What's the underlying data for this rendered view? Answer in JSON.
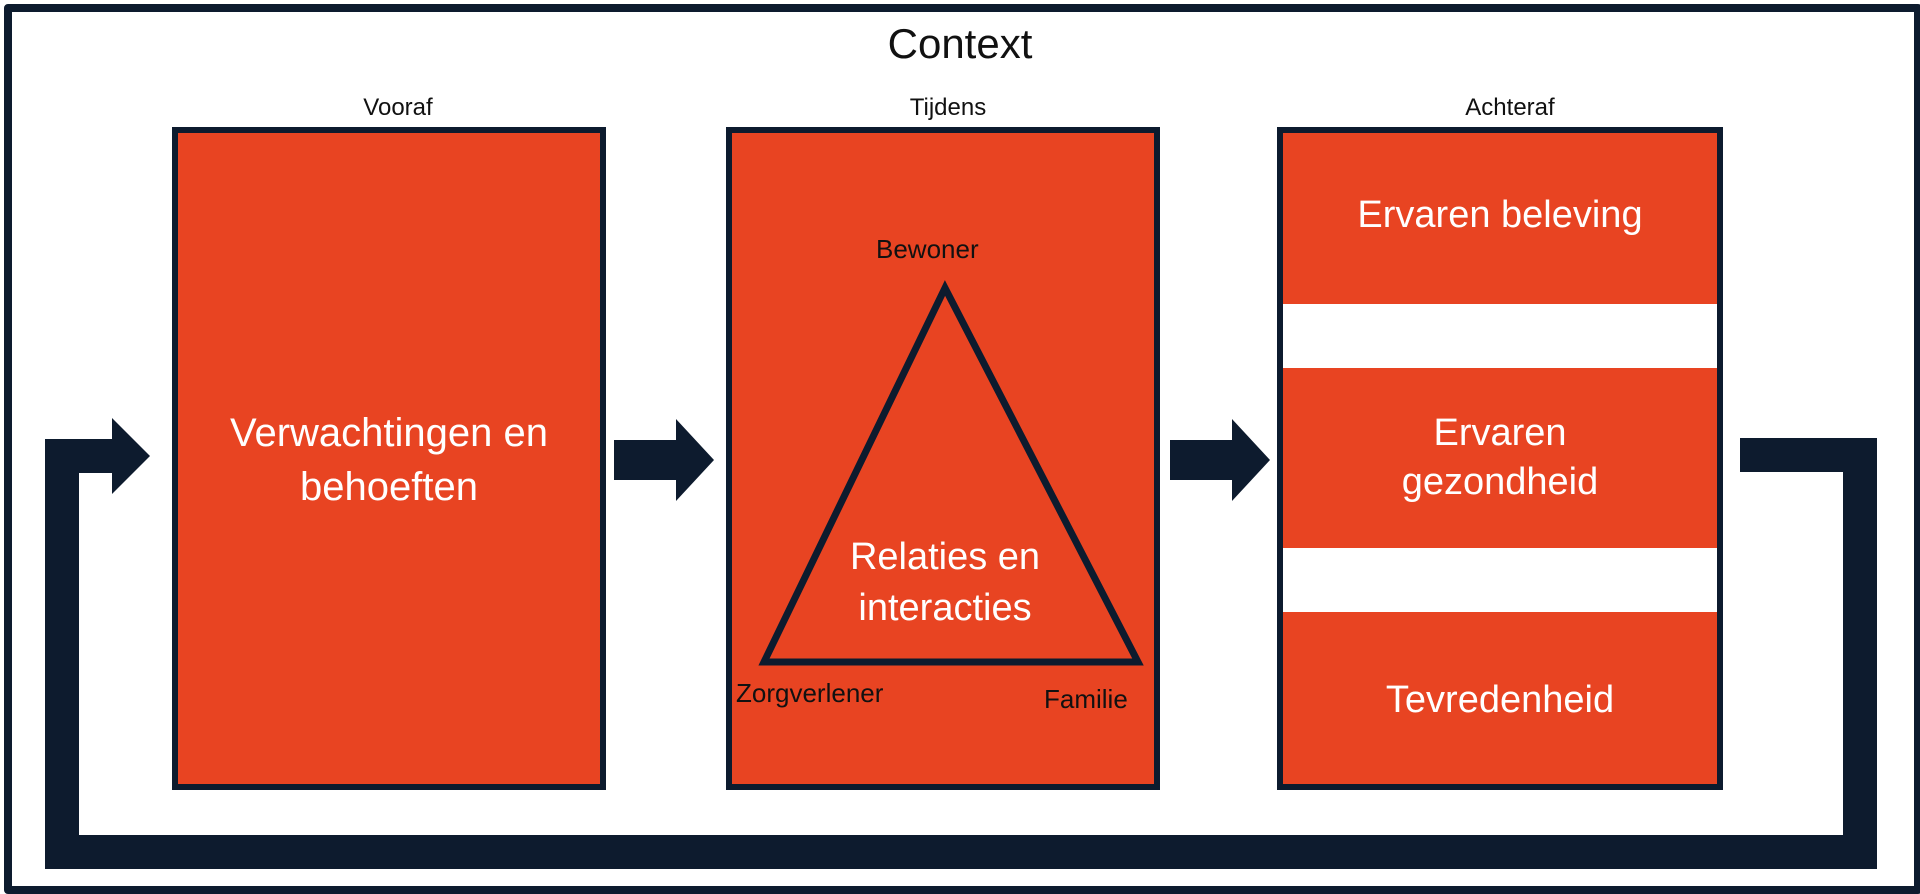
{
  "diagram": {
    "context_title": "Context",
    "phases": {
      "before": "Vooraf",
      "during": "Tijdens",
      "after": "Achteraf"
    },
    "before_box": {
      "text": "Verwachtingen en behoeften"
    },
    "during_box": {
      "center_text": "Relaties en interacties",
      "top_vertex": "Bewoner",
      "left_vertex": "Zorgverlener",
      "right_vertex": "Familie"
    },
    "after_box": {
      "segments": [
        "Ervaren beleving",
        "Ervaren gezondheid",
        "Tevredenheid"
      ]
    },
    "colors": {
      "box_fill": "#e84422",
      "dark_navy": "#0d1b2e",
      "text_on_box": "#ffffff"
    }
  }
}
